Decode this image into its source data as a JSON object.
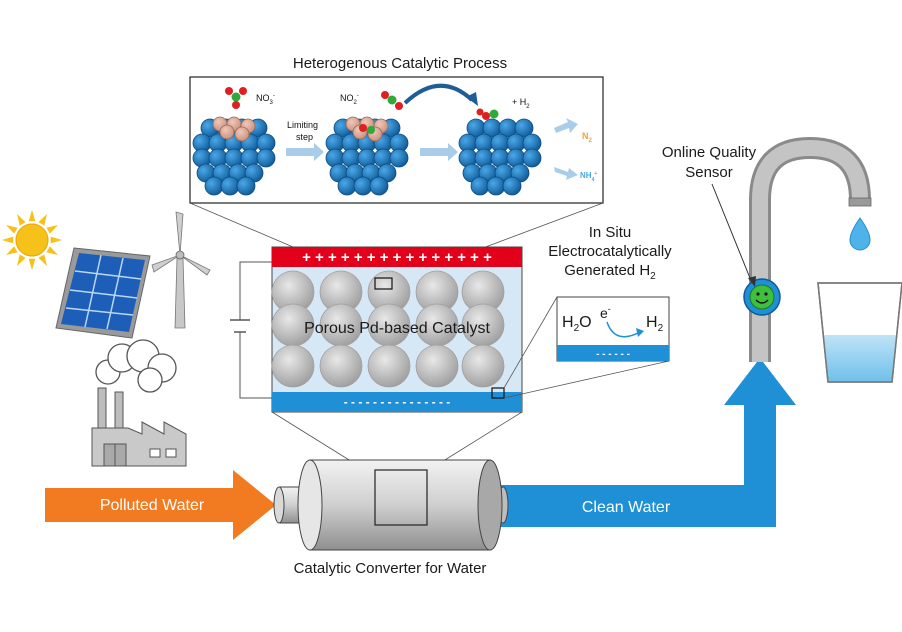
{
  "labels": {
    "heterogeneous": "Heterogenous Catalytic Process",
    "limiting_line1": "Limiting",
    "limiting_line2": "step",
    "no3": "NO",
    "no3_sub": "3",
    "no3_sup": "-",
    "no2": "NO",
    "no2_sub": "2",
    "no2_sup": "-",
    "plus_h2": "+ H",
    "plus_h2_sub": "2",
    "n2": "N",
    "n2_sub": "2",
    "nh4": "NH",
    "nh4_sub": "4",
    "nh4_sup": "+",
    "insitu_line1": "In Situ",
    "insitu_line2": "Electrocatalytically",
    "insitu_line3": "Generated H",
    "insitu_sub": "2",
    "porous": "Porous  Pd-based  Catalyst",
    "plus_signs": "+ + + + + + + + + + + + + + +",
    "minus_signs": "-  -  -  -  -  -  -  -  -  -  -  -  -  -  -",
    "inset_minus": "-  -  -  -  -  -",
    "h2o": "H",
    "h2o_sub": "2",
    "h2o_tail": "O",
    "electron": "e",
    "electron_sup": "-",
    "h2": "H",
    "h2_sub": "2",
    "sensor_line1": "Online Quality",
    "sensor_line2": "Sensor",
    "polluted": "Polluted Water",
    "clean": "Clean Water",
    "converter": "Catalytic Converter for Water"
  },
  "colors": {
    "orange": "#f27a21",
    "blue": "#1f8fd6",
    "red": "#e2001a",
    "catalyst_bg": "#cfe3f5",
    "sphere": "#1d6fb0",
    "sun": "#f6c21a",
    "solar": "#1d5fb8",
    "smiley": "#3fbf3f"
  },
  "icons": [
    "sun-icon",
    "solar-panel-icon",
    "wind-turbine-icon",
    "factory-icon",
    "smoke-icon",
    "faucet-icon",
    "water-drop-icon",
    "glass-icon",
    "smiley-sensor-icon"
  ]
}
